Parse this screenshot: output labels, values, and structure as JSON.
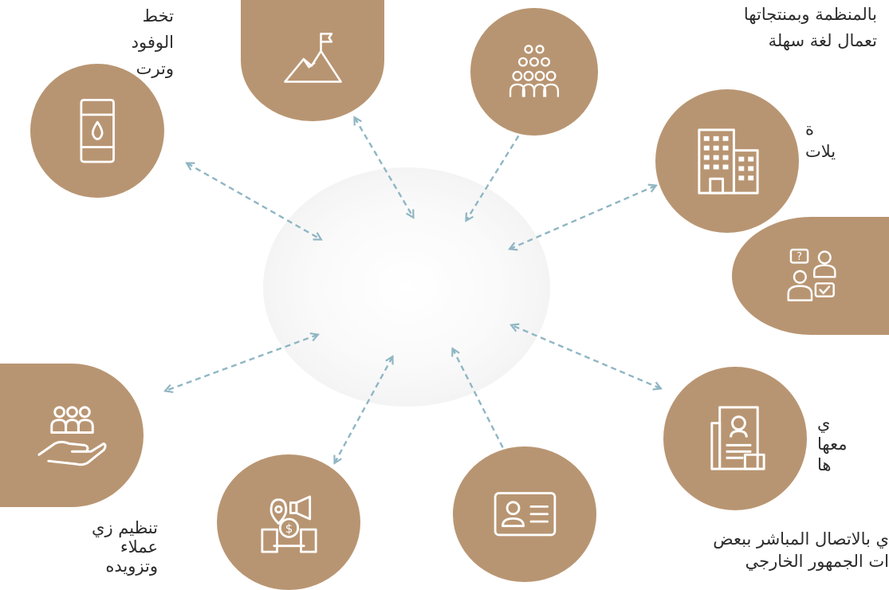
{
  "labels": {
    "top_left": [
      "تخط",
      "الوفود",
      "وترت"
    ],
    "top_right": [
      "بالمنظمة وبمنتجاتها",
      "تعمال لغة سهلة"
    ],
    "right_upper": [
      "ة",
      "يلات"
    ],
    "right_lower": [
      "ي",
      "معها",
      "ها"
    ],
    "bottom_left": [
      "تنظيم زي",
      "عملاء",
      "وتزويده"
    ],
    "bottom_right": [
      "ي بالاتصال المباشر ببعض",
      "ات الجمهور الخارجي"
    ]
  },
  "icons": {
    "oil_barrel": "oil-barrel-icon",
    "mountain_flag": "mountain-flag-icon",
    "crowd": "crowd-icon",
    "buildings": "buildings-icon",
    "consultation": "consultation-icon",
    "documents": "documents-icon",
    "id_card": "id-card-icon",
    "marketing": "marketing-icon",
    "hand_people": "hand-people-icon"
  },
  "colors": {
    "circle": "#b89572",
    "arrow": "#8fb6c3",
    "text": "#2b2b2b"
  }
}
